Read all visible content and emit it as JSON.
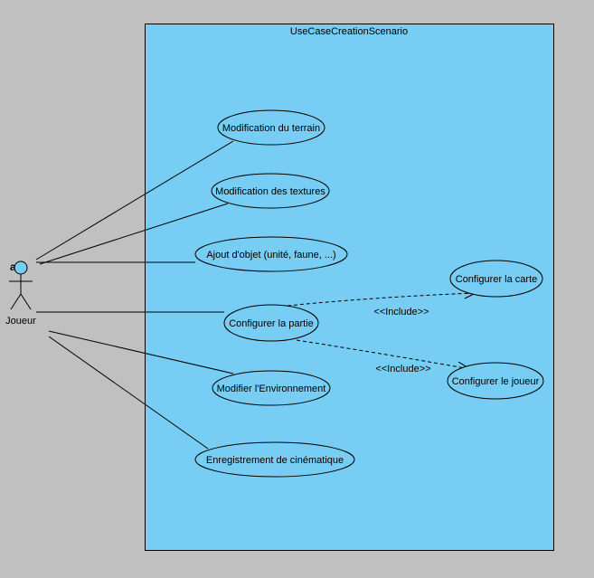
{
  "colors": {
    "canvas": "#c0c0c0",
    "system_fill": "#77cdf3",
    "actor_head_fill": "#77cdf3",
    "line": "#000000"
  },
  "system": {
    "title": "UseCaseCreationScenario"
  },
  "actor": {
    "badge": "a",
    "name": "Joueur",
    "icon": "stick-figure-icon"
  },
  "use_cases": {
    "terrain": "Modification du terrain",
    "textures": "Modification des textures",
    "objet": "Ajout d'objet (unité, faune, ...)",
    "partie": "Configurer la partie",
    "environnement": "Modifier l'Environnement",
    "cinematique": "Enregistrement de cinématique",
    "carte": "Configurer la carte",
    "joueur": "Configurer le joueur"
  },
  "relations": {
    "include_carte": "<<Include>>",
    "include_joueur": "<<Include>>"
  }
}
